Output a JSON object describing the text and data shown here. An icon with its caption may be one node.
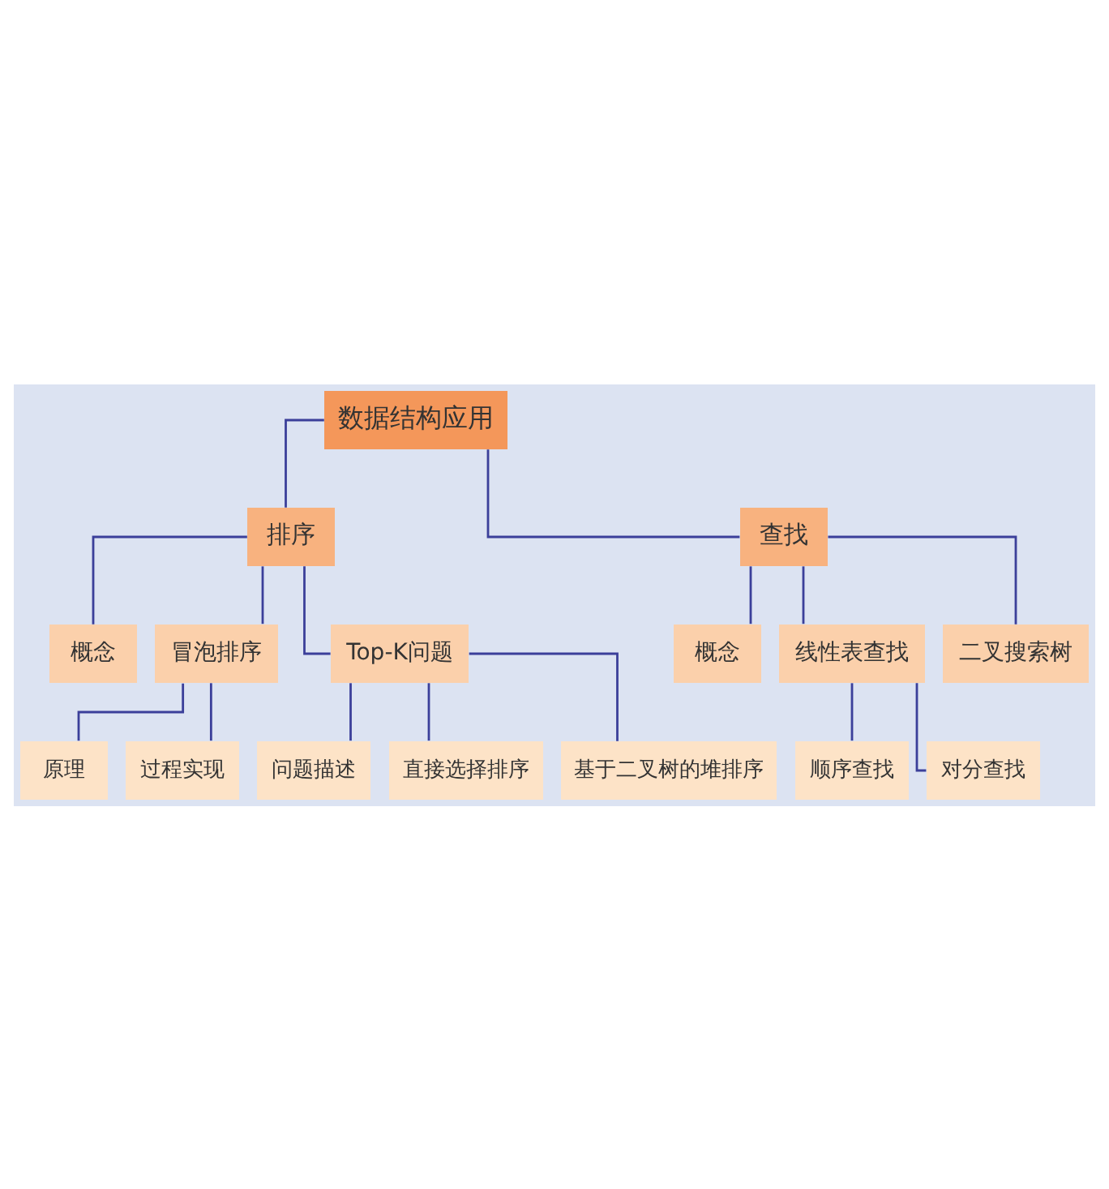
{
  "diagram": {
    "nodes": [
      {
        "text": [
          "数据结构应用"
        ]
      },
      {
        "text": [
          "排序"
        ]
      },
      {
        "text": [
          "查找"
        ]
      },
      {
        "text": [
          "概念"
        ]
      },
      {
        "text": [
          "冒泡排序"
        ]
      },
      {
        "text": [
          "Top-K问题"
        ]
      },
      {
        "text": [
          "概念"
        ]
      },
      {
        "text": [
          "线性表查找"
        ]
      },
      {
        "text": [
          "二叉搜索树"
        ]
      },
      {
        "text": [
          "原理"
        ]
      },
      {
        "text": [
          "过程实现"
        ]
      },
      {
        "text": [
          "问题描述"
        ]
      },
      {
        "text": [
          "直接选择排序"
        ]
      },
      {
        "text": [
          "基于二叉树的堆排序"
        ]
      },
      {
        "text": [
          "顺序查找"
        ]
      },
      {
        "text": [
          "对分查找"
        ]
      }
    ],
    "edges": [
      {
        "from": 0,
        "to": 1,
        "arrow": "none"
      },
      {
        "from": 0,
        "to": 2,
        "arrow": "none"
      },
      {
        "from": 1,
        "to": 3,
        "arrow": "none"
      },
      {
        "from": 1,
        "to": 4,
        "arrow": "none"
      },
      {
        "from": 1,
        "to": 5,
        "arrow": "none"
      },
      {
        "from": 2,
        "to": 6,
        "arrow": "none"
      },
      {
        "from": 2,
        "to": 7,
        "arrow": "none"
      },
      {
        "from": 2,
        "to": 8,
        "arrow": "none"
      },
      {
        "from": 4,
        "to": 9,
        "arrow": "none"
      },
      {
        "from": 4,
        "to": 10,
        "arrow": "none"
      },
      {
        "from": 5,
        "to": 11,
        "arrow": "none"
      },
      {
        "from": 5,
        "to": 12,
        "arrow": "none"
      },
      {
        "from": 5,
        "to": 13,
        "arrow": "none"
      },
      {
        "from": 7,
        "to": 14,
        "arrow": "none"
      },
      {
        "from": 7,
        "to": 15,
        "arrow": "none"
      }
    ]
  }
}
